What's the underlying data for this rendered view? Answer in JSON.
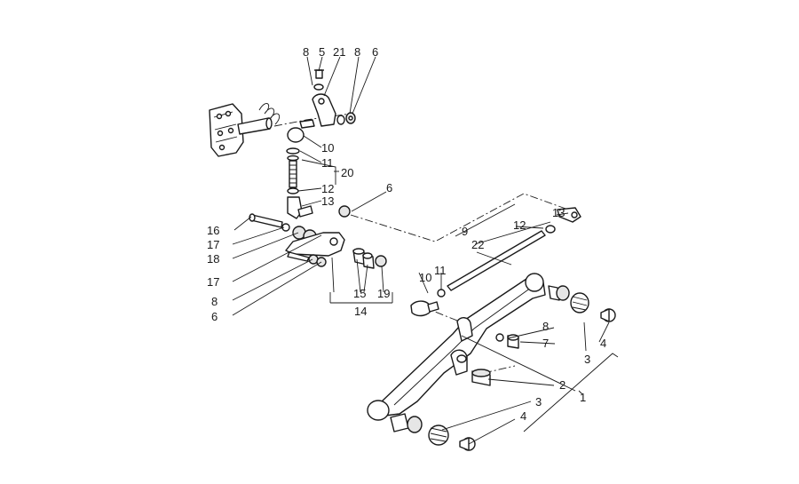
{
  "diagram": {
    "colors": {
      "line": "#1a1a1a",
      "background": "#ffffff"
    },
    "callouts": [
      "1",
      "2",
      "3",
      "4",
      "5",
      "6",
      "7",
      "8",
      "9",
      "10",
      "11",
      "12",
      "13",
      "14",
      "15",
      "16",
      "17",
      "18",
      "19",
      "20",
      "21",
      "22"
    ]
  }
}
